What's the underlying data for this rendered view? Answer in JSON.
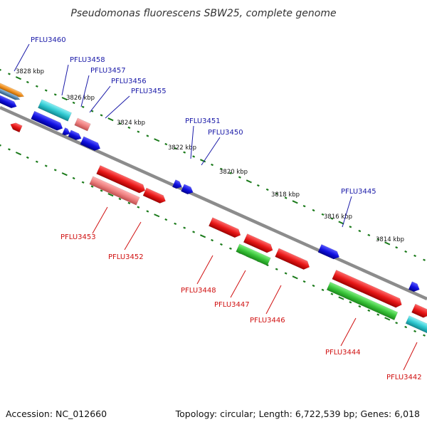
{
  "title": "Pseudomonas fluorescens SBW25, complete genome",
  "footer": {
    "accession": "Accession: NC_012660",
    "summary": "Topology: circular; Length: 6,722,539 bp; Genes: 6,018"
  },
  "kbp_ticks": [
    "3828 kbp",
    "3826 kbp",
    "3824 kbp",
    "3822 kbp",
    "3820 kbp",
    "3818 kbp",
    "3816 kbp",
    "3814 kbp"
  ],
  "gene_labels": {
    "top": [
      "PFLU3460",
      "PFLU3458",
      "PFLU3457",
      "PFLU3456",
      "PFLU3455",
      "PFLU3451",
      "PFLU3450",
      "PFLU3445"
    ],
    "bottom": [
      "PFLU3453",
      "PFLU3452",
      "PFLU3448",
      "PFLU3447",
      "PFLU3446",
      "PFLU3444",
      "PFLU3442"
    ]
  },
  "colors": {
    "backbone": "#8c8c8c",
    "label_top": "#1a1aa8",
    "label_bottom": "#d01010",
    "tick": "#1a7a1a",
    "blue": "#1010e0",
    "red": "#e81818",
    "pink": "#ee8080",
    "green": "#3ac43a",
    "cyan": "#30c8d0",
    "orange": "#f09020",
    "steel": "#5a8ab0"
  }
}
